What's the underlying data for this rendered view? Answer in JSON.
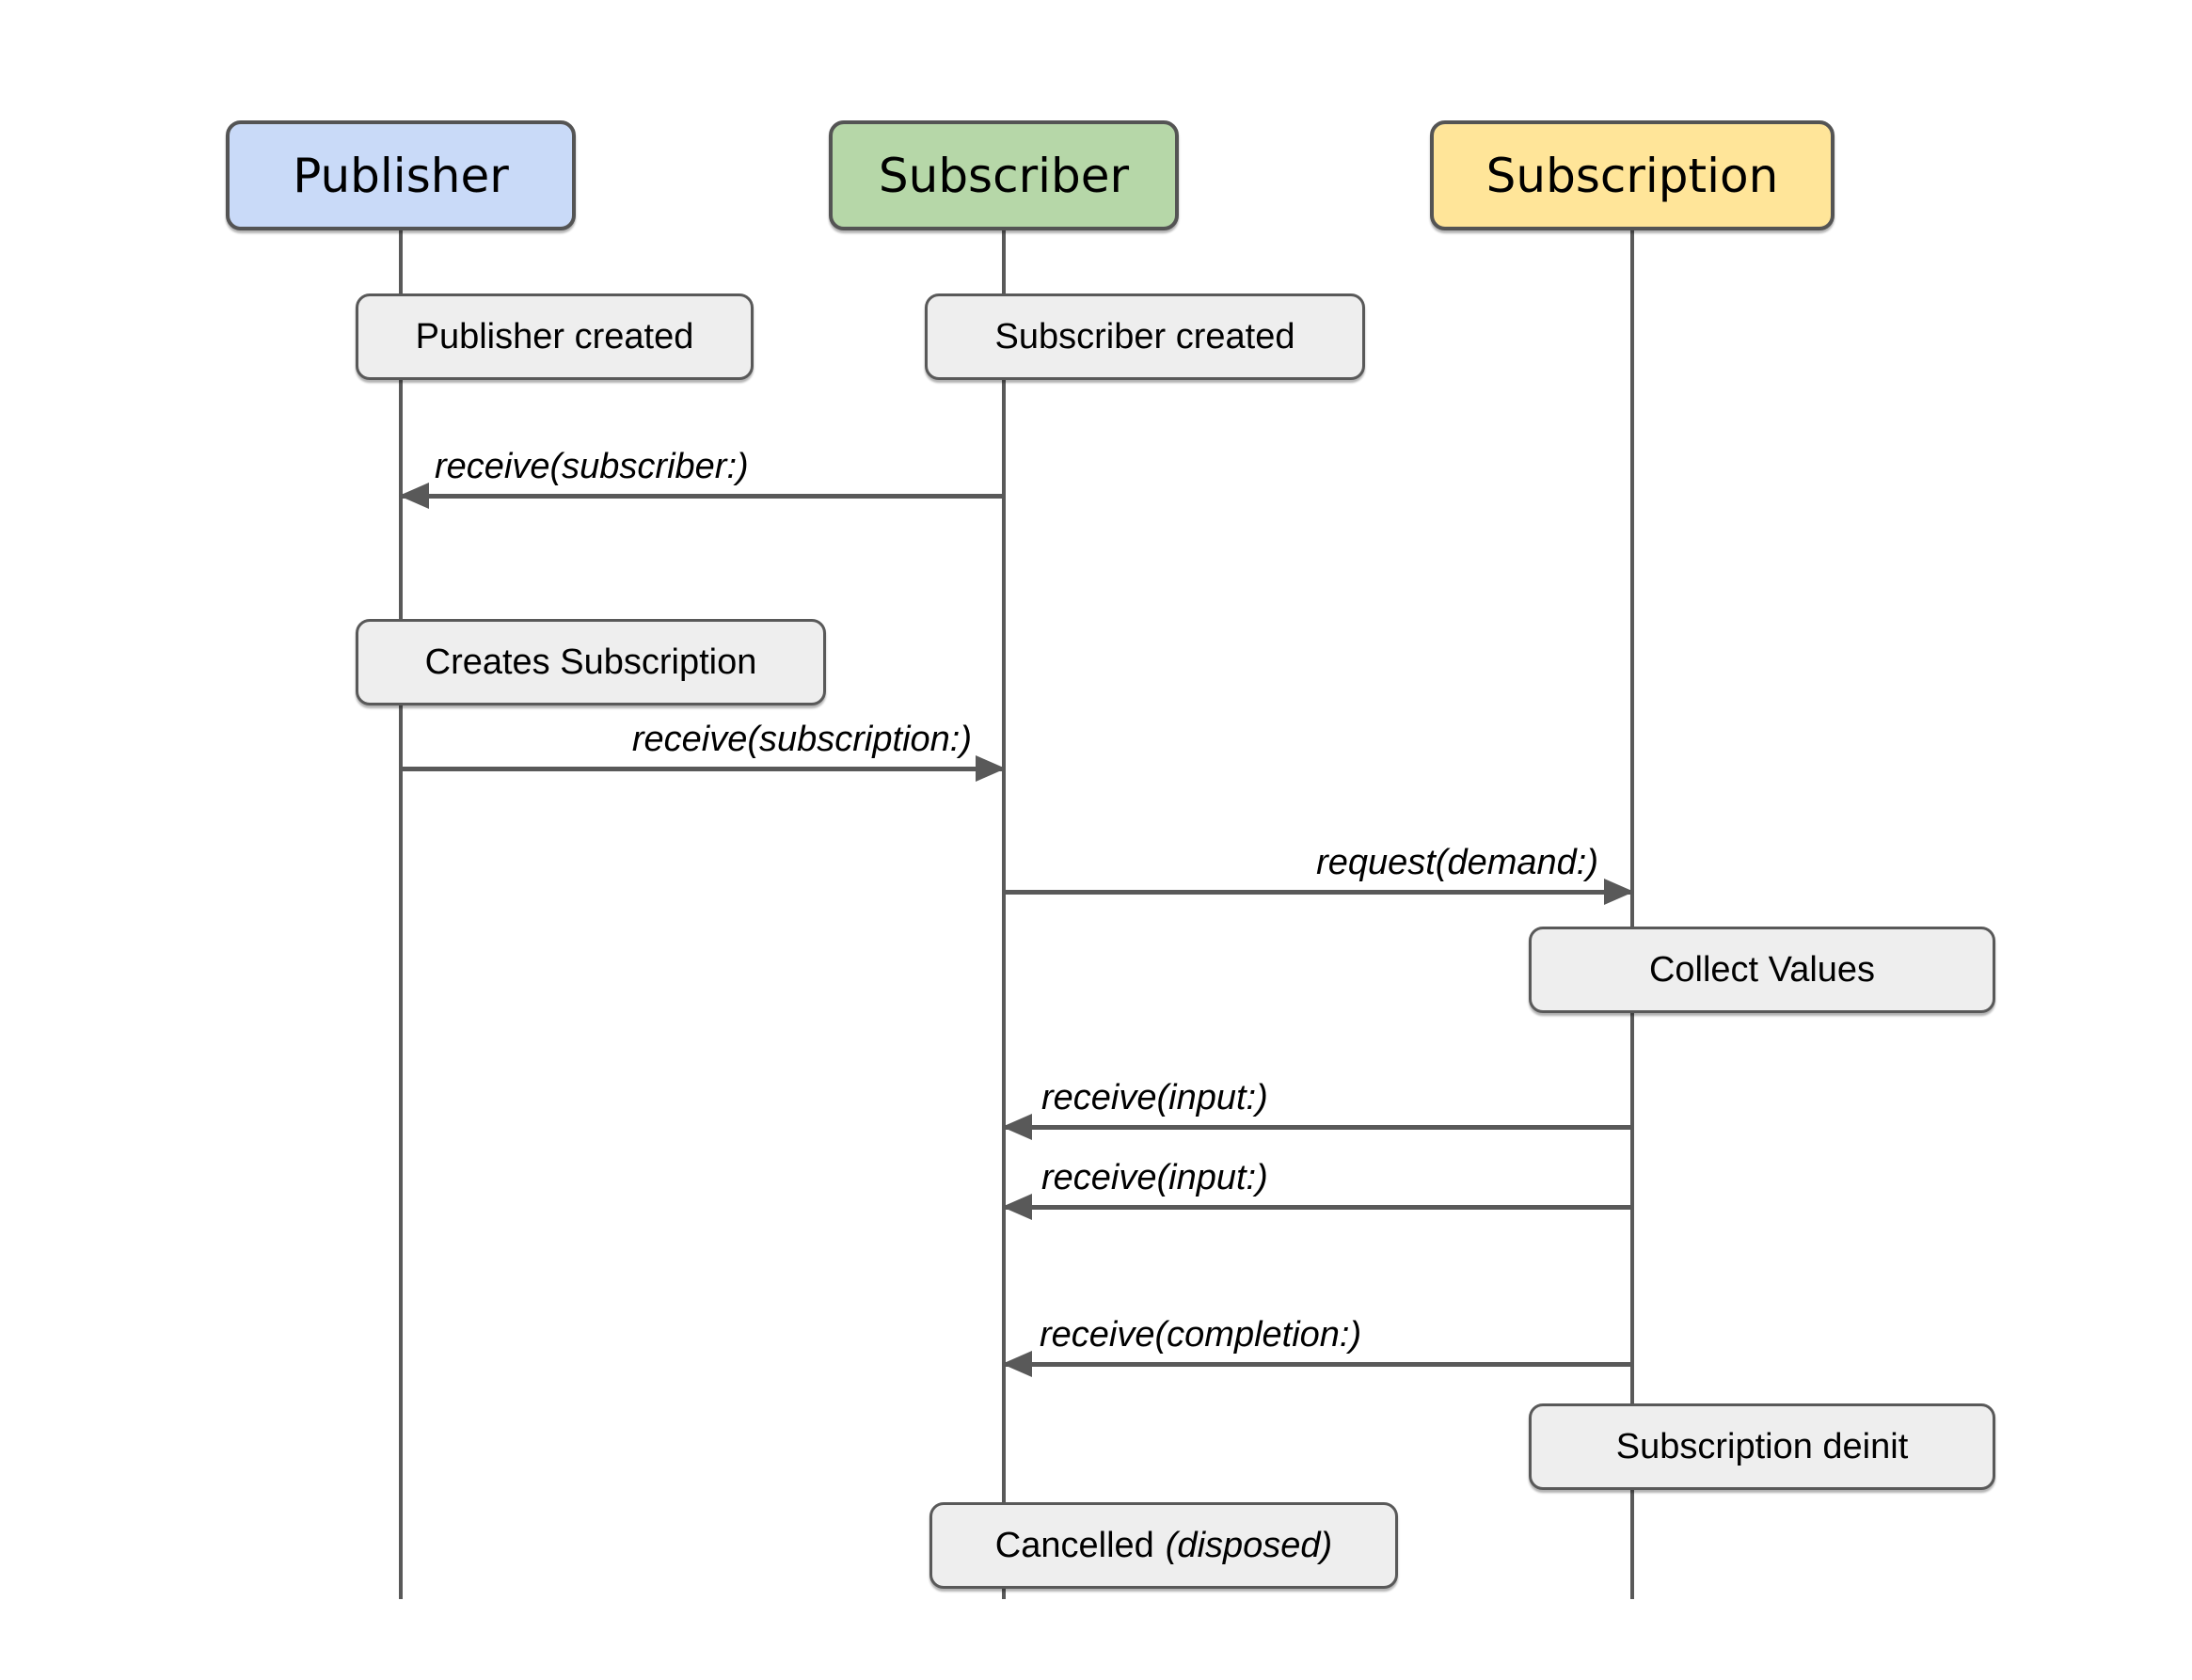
{
  "diagram_type": "sequence-diagram",
  "colors": {
    "publisher_fill": "#c9daf8",
    "subscriber_fill": "#b6d7a8",
    "subscription_fill": "#ffe599",
    "note_fill": "#eeeeee",
    "line": "#595959",
    "text": "#000000",
    "background": "#ffffff"
  },
  "actors": [
    {
      "label": "Publisher",
      "fill": "#c9daf8"
    },
    {
      "label": "Subscriber",
      "fill": "#b6d7a8"
    },
    {
      "label": "Subscription",
      "fill": "#ffe599"
    }
  ],
  "notes": [
    {
      "label": "Publisher created",
      "actor": "Publisher"
    },
    {
      "label": "Subscriber created",
      "actor": "Subscriber"
    },
    {
      "label": "Creates Subscription",
      "actor": "Publisher"
    },
    {
      "label": "Collect Values",
      "actor": "Subscription"
    },
    {
      "label": "Subscription deinit",
      "actor": "Subscription"
    },
    {
      "label": "Cancelled",
      "label_italic": "(disposed)",
      "actor": "Subscriber"
    }
  ],
  "messages": [
    {
      "label": "receive(subscriber:)",
      "from": "Subscriber",
      "to": "Publisher"
    },
    {
      "label": "receive(subscription:)",
      "from": "Publisher",
      "to": "Subscriber"
    },
    {
      "label": "request(demand:)",
      "from": "Subscriber",
      "to": "Subscription"
    },
    {
      "label": "receive(input:)",
      "from": "Subscription",
      "to": "Subscriber"
    },
    {
      "label": "receive(input:)",
      "from": "Subscription",
      "to": "Subscriber"
    },
    {
      "label": "receive(completion:)",
      "from": "Subscription",
      "to": "Subscriber"
    }
  ]
}
